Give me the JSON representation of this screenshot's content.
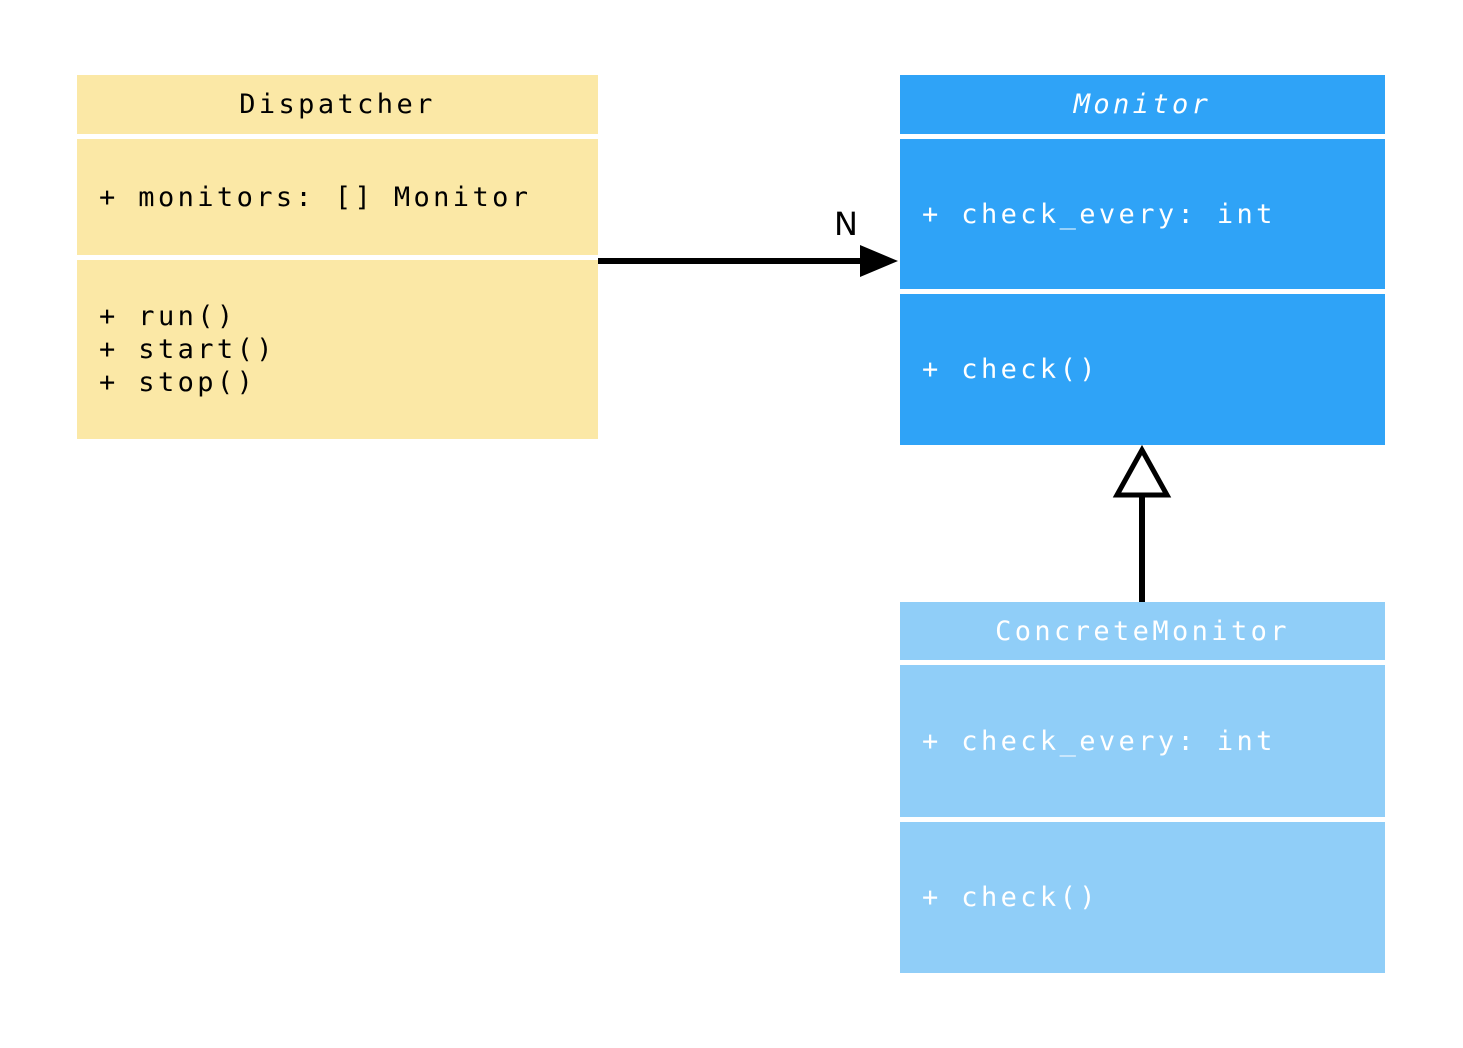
{
  "diagram": {
    "kind": "uml-class-diagram",
    "classes": [
      {
        "name": "Dispatcher",
        "title": "Dispatcher",
        "abstract": false,
        "attributes": [
          "+ monitors: [] Monitor"
        ],
        "methods": [
          "+ run()",
          "+ start()",
          "+ stop()"
        ]
      },
      {
        "name": "Monitor",
        "title": "Monitor",
        "abstract": true,
        "attributes": [
          "+ check_every: int"
        ],
        "methods": [
          "+ check()"
        ]
      },
      {
        "name": "ConcreteMonitor",
        "title": "ConcreteMonitor",
        "abstract": false,
        "attributes": [
          "+ check_every: int"
        ],
        "methods": [
          "+ check()"
        ]
      }
    ],
    "relationships": [
      {
        "from": "Dispatcher",
        "to": "Monitor",
        "type": "association",
        "multiplicity_label": "N"
      },
      {
        "from": "ConcreteMonitor",
        "to": "Monitor",
        "type": "inheritance",
        "multiplicity_label": ""
      }
    ]
  },
  "colors": {
    "background": "#FFFFFF",
    "dispatcher_fill": "#FBE8A6",
    "monitor_fill": "#2FA3F7",
    "concrete_monitor_fill": "#90CEF8",
    "dispatcher_text": "#000000",
    "monitor_text": "#FFFFFF",
    "concrete_monitor_text": "#FFFFFF",
    "edge": "#000000"
  }
}
